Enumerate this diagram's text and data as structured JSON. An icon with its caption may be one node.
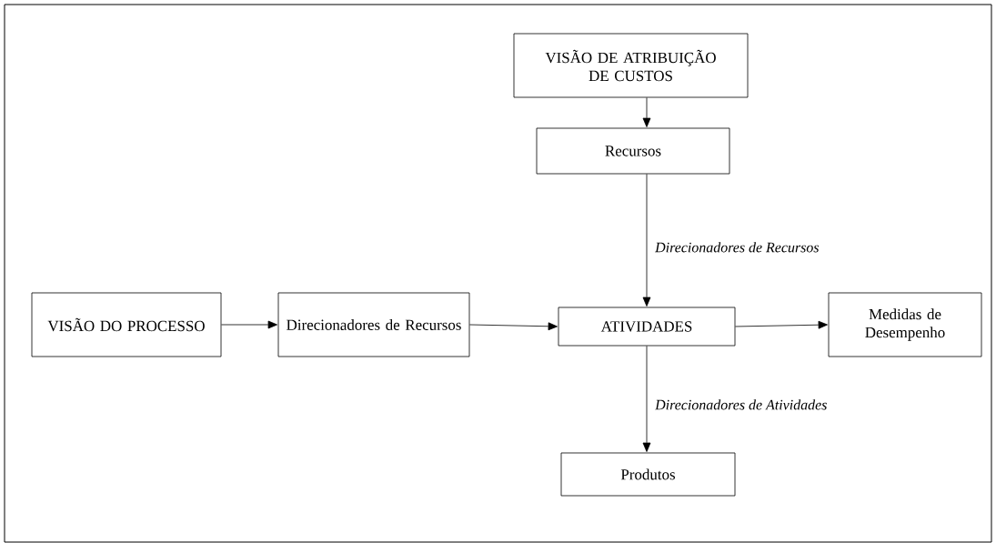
{
  "diagram": {
    "nodes": [
      {
        "text": [
          "VISÃO DE ATRIBUIÇÃO DE CUSTOS"
        ]
      },
      {
        "text": [
          "Recursos"
        ]
      },
      {
        "text": [
          "VISÃO DO PROCESSO"
        ]
      },
      {
        "text": [
          "Direcionadores de Recursos"
        ]
      },
      {
        "text": [
          "ATIVIDADES"
        ]
      },
      {
        "text": [
          "Medidas de Desempenho"
        ]
      },
      {
        "text": [
          "Produtos"
        ]
      }
    ],
    "edges": [
      {
        "from": 0,
        "to": 1,
        "arrow": "to"
      },
      {
        "from": 1,
        "to": 4,
        "arrow": "to",
        "label": "Direcionadores de Recursos"
      },
      {
        "from": 2,
        "to": 3,
        "arrow": "to"
      },
      {
        "from": 3,
        "to": 4,
        "arrow": "to"
      },
      {
        "from": 4,
        "to": 5,
        "arrow": "to"
      },
      {
        "from": 4,
        "to": 6,
        "arrow": "to",
        "label": "Direcionadores de Atividades"
      }
    ]
  }
}
